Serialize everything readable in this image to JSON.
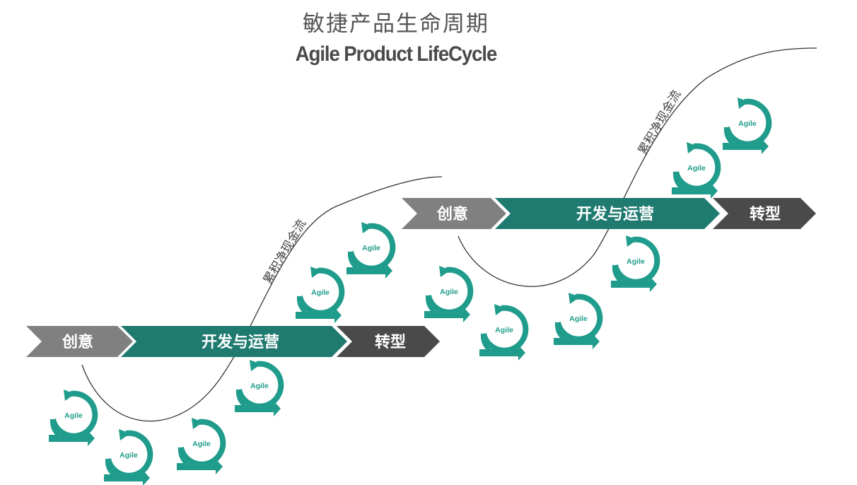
{
  "title": {
    "cn": "敏捷产品生命周期",
    "en": "Agile Product LifeCycle"
  },
  "curve_label": "累积净现金流",
  "cycles": [
    {
      "stages": [
        {
          "label": "创意",
          "color": "#808080"
        },
        {
          "label": "开发与运营",
          "color": "#1f7a70"
        },
        {
          "label": "转型",
          "color": "#4a4a4a"
        }
      ]
    },
    {
      "stages": [
        {
          "label": "创意",
          "color": "#808080"
        },
        {
          "label": "开发与运营",
          "color": "#1f7a70"
        },
        {
          "label": "转型",
          "color": "#4a4a4a"
        }
      ]
    }
  ],
  "agile_badge": {
    "label": "Agile",
    "color": "#1f9c8b",
    "icon": "agile-cycle-icon"
  },
  "colors": {
    "curve": "#333333",
    "title": "#555555"
  }
}
